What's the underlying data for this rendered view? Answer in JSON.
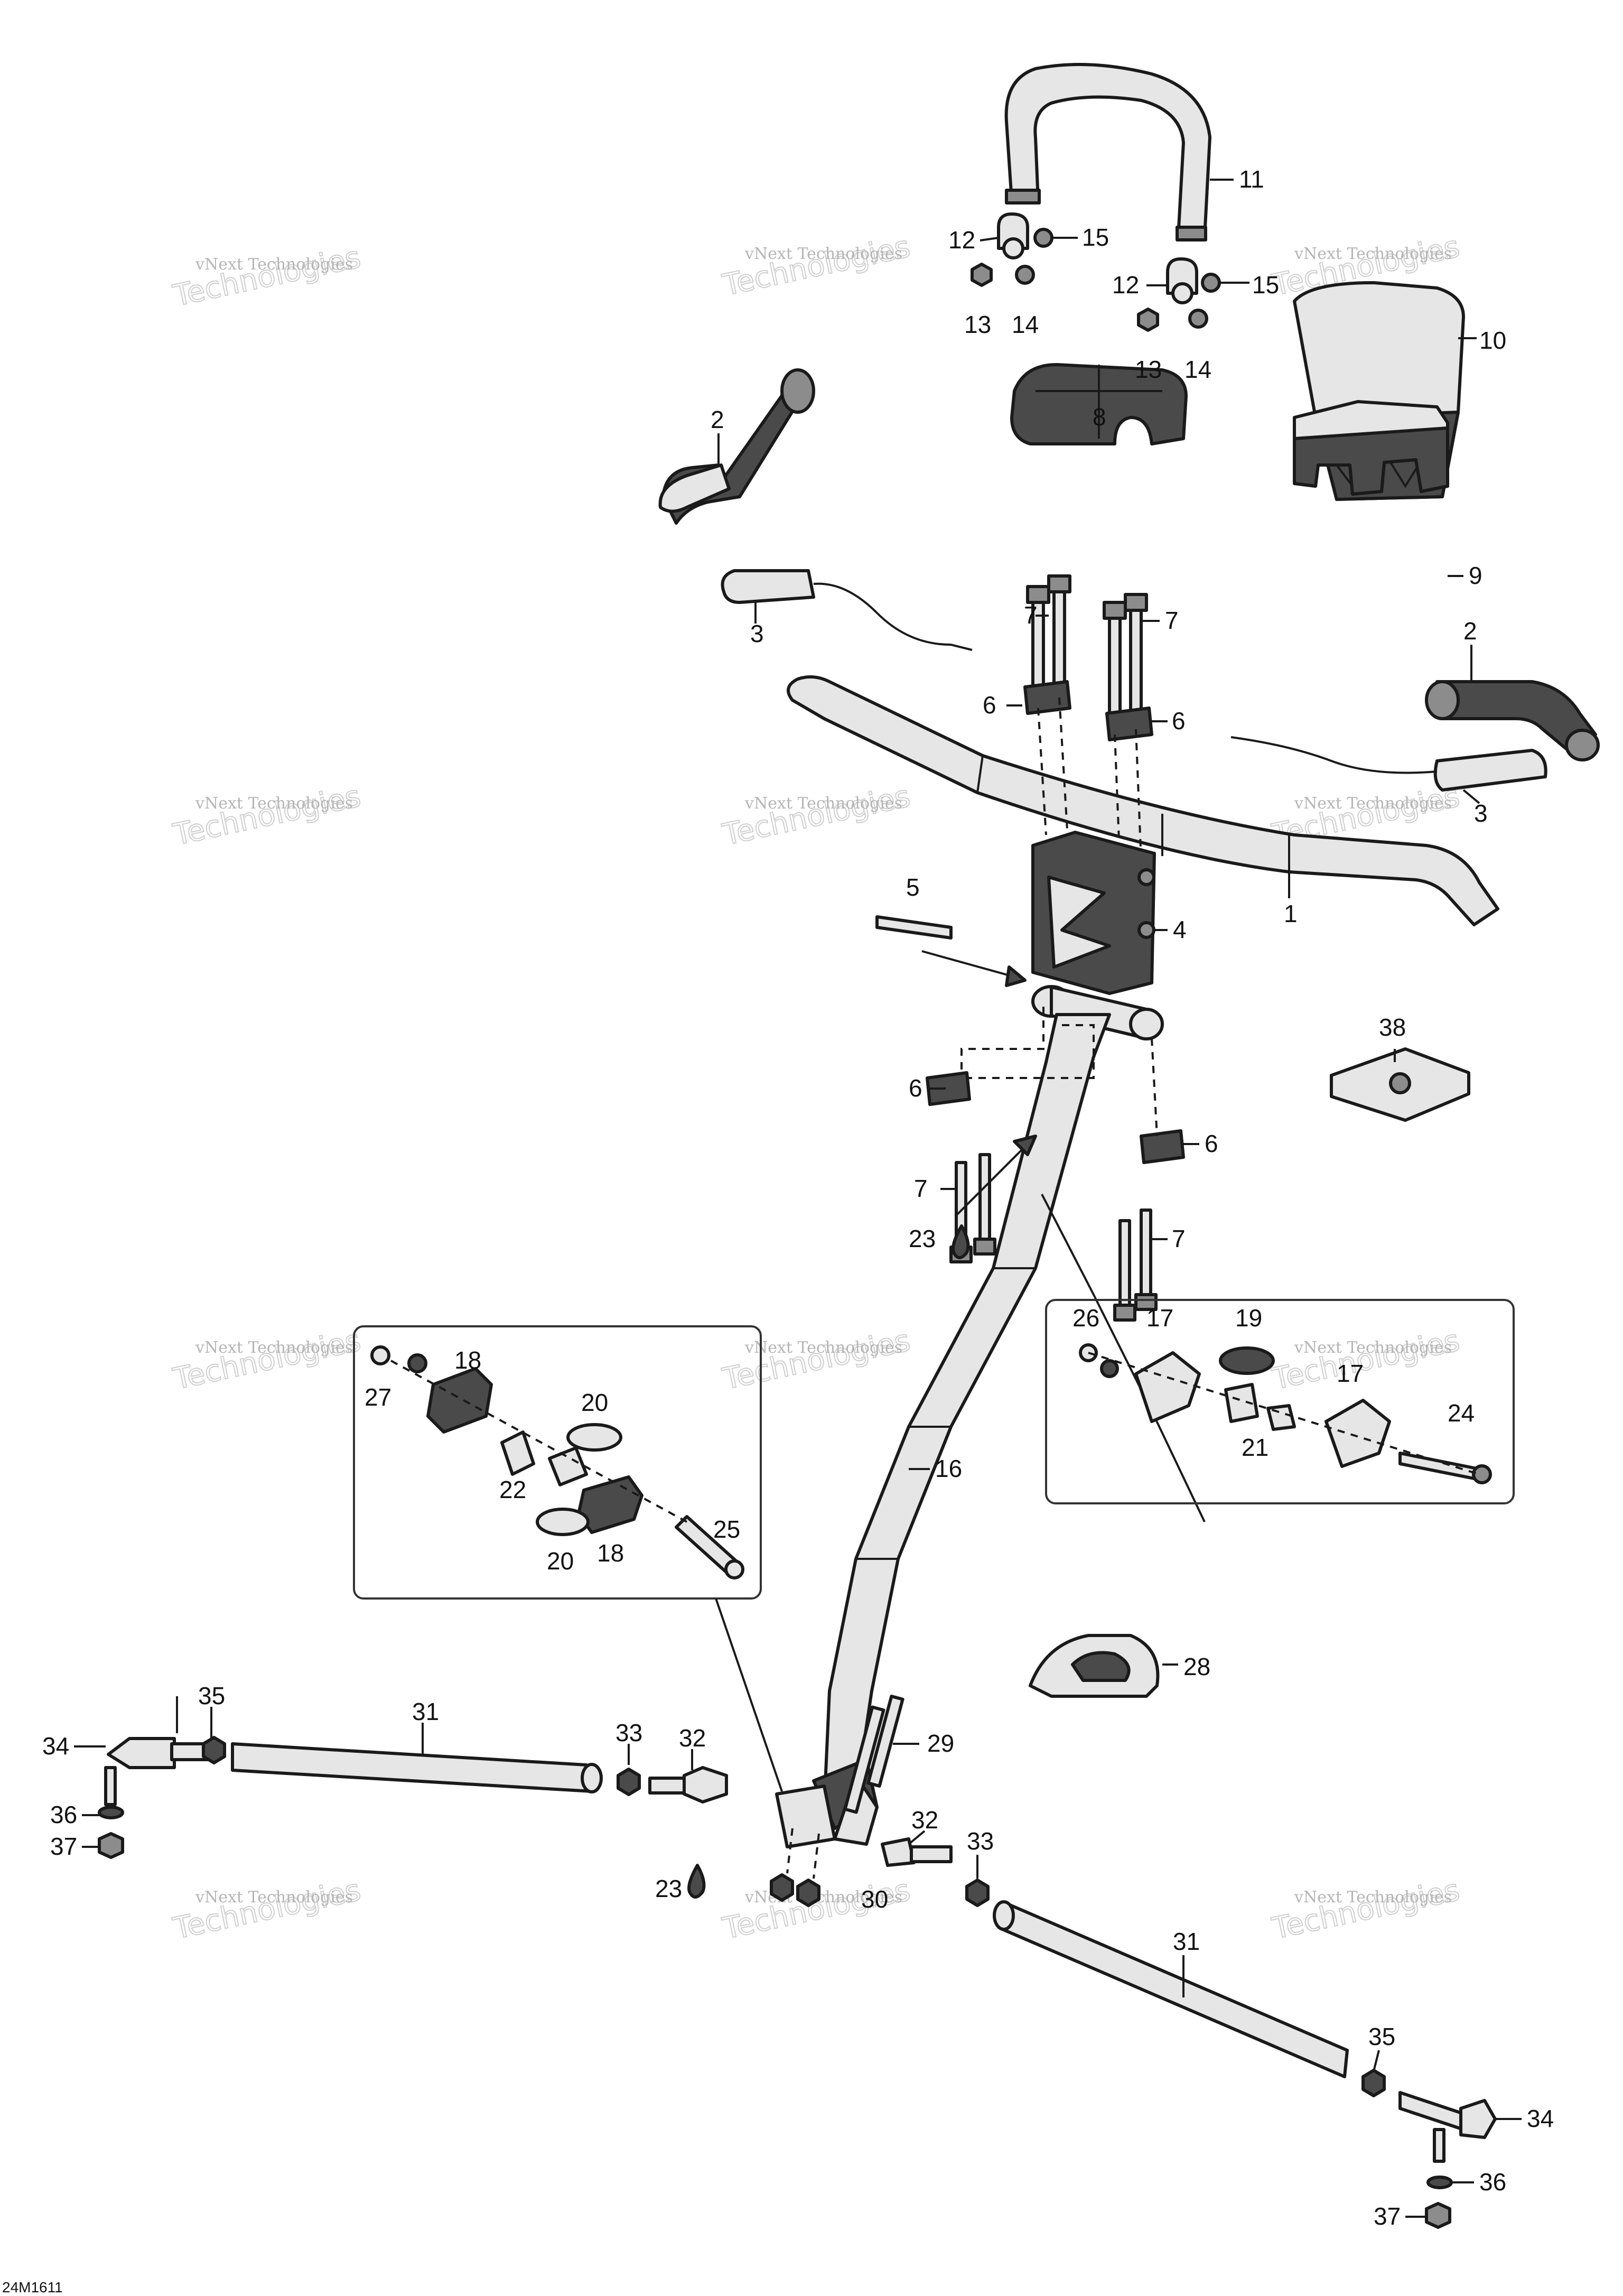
{
  "watermark": {
    "line1": "vNext Technologies",
    "line2": "Technologies",
    "overlay": "vNext"
  },
  "drawing_code": "24M1611",
  "callouts": {
    "c1": "1",
    "c2a": "2",
    "c2b": "2",
    "c3a": "3",
    "c3b": "3",
    "c4": "4",
    "c5": "5",
    "c6a": "6",
    "c6b": "6",
    "c6c": "6",
    "c6d": "6",
    "c7a": "7",
    "c7b": "7",
    "c7c": "7",
    "c7d": "7",
    "c8": "8",
    "c9": "9",
    "c10": "10",
    "c11": "11",
    "c12a": "12",
    "c12b": "12",
    "c13a": "13",
    "c13b": "13",
    "c14a": "14",
    "c14b": "14",
    "c15a": "15",
    "c15b": "15",
    "c16": "16",
    "c17a": "17",
    "c17b": "17",
    "c18a": "18",
    "c18b": "18",
    "c19": "19",
    "c20a": "20",
    "c20b": "20",
    "c21": "21",
    "c22": "22",
    "c23a": "23",
    "c23b": "23",
    "c24": "24",
    "c25": "25",
    "c26": "26",
    "c27": "27",
    "c28": "28",
    "c29": "29",
    "c30": "30",
    "c31a": "31",
    "c31b": "31",
    "c32a": "32",
    "c32b": "32",
    "c33a": "33",
    "c33b": "33",
    "c34a": "34",
    "c34b": "34",
    "c35a": "35",
    "c35b": "35",
    "c36a": "36",
    "c36b": "36",
    "c37a": "37",
    "c37b": "37",
    "c38": "38"
  }
}
